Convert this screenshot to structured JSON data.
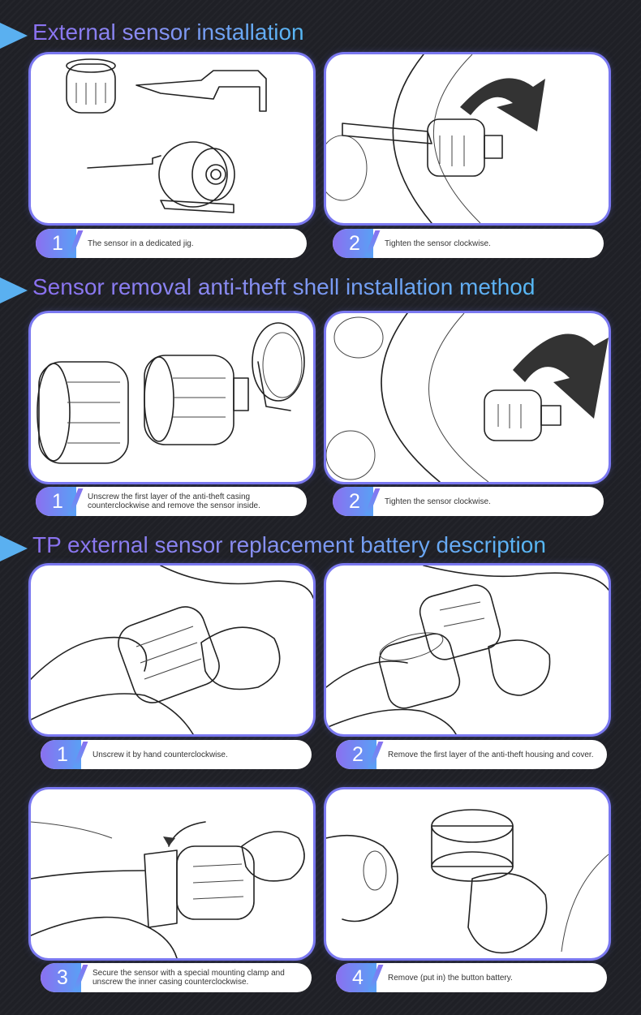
{
  "sections": [
    {
      "title": "External sensor installation",
      "steps": [
        {
          "num": "1",
          "text": "The sensor in a dedicated jig."
        },
        {
          "num": "2",
          "text": "Tighten the sensor clockwise."
        }
      ]
    },
    {
      "title": "Sensor removal anti-theft shell installation method",
      "steps": [
        {
          "num": "1",
          "text": "Unscrew the first layer of the anti-theft casing counterclockwise and remove the sensor inside."
        },
        {
          "num": "2",
          "text": "Tighten the sensor clockwise."
        }
      ]
    },
    {
      "title": "TP external sensor replacement battery description",
      "steps": [
        {
          "num": "1",
          "text": "Unscrew it by hand counterclockwise."
        },
        {
          "num": "2",
          "text": "Remove the first layer of the anti-theft housing and cover."
        },
        {
          "num": "3",
          "text": "Secure the sensor with a special mounting clamp and unscrew the inner casing counterclockwise."
        },
        {
          "num": "4",
          "text": "Remove (put in) the button battery."
        }
      ]
    }
  ],
  "colors": {
    "accent_start": "#8a70f0",
    "accent_end": "#5aa0f5",
    "background": "#1f2026"
  }
}
